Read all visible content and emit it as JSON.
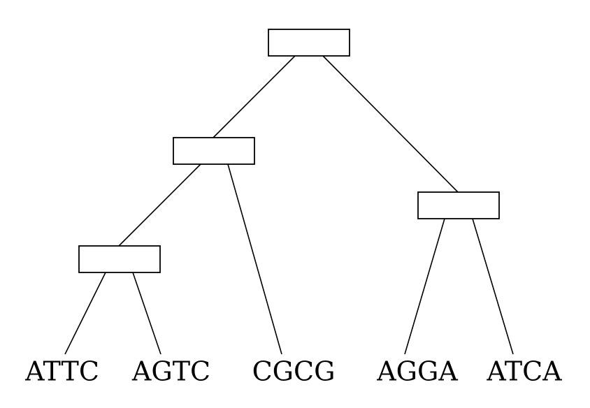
{
  "tree": {
    "leaves": [
      "ATTC",
      "AGTC",
      "CGCG",
      "AGGA",
      "ATCA"
    ],
    "internal_nodes": [
      {
        "id": "root",
        "label": ""
      },
      {
        "id": "node-left",
        "label": ""
      },
      {
        "id": "node-right",
        "label": ""
      },
      {
        "id": "node-left-left",
        "label": ""
      }
    ],
    "edges": [
      [
        "root",
        "node-left"
      ],
      [
        "root",
        "node-right"
      ],
      [
        "node-left",
        "node-left-left"
      ],
      [
        "node-left",
        "leaf-2"
      ],
      [
        "node-left-left",
        "leaf-0"
      ],
      [
        "node-left-left",
        "leaf-1"
      ],
      [
        "node-right",
        "leaf-3"
      ],
      [
        "node-right",
        "leaf-4"
      ]
    ]
  }
}
